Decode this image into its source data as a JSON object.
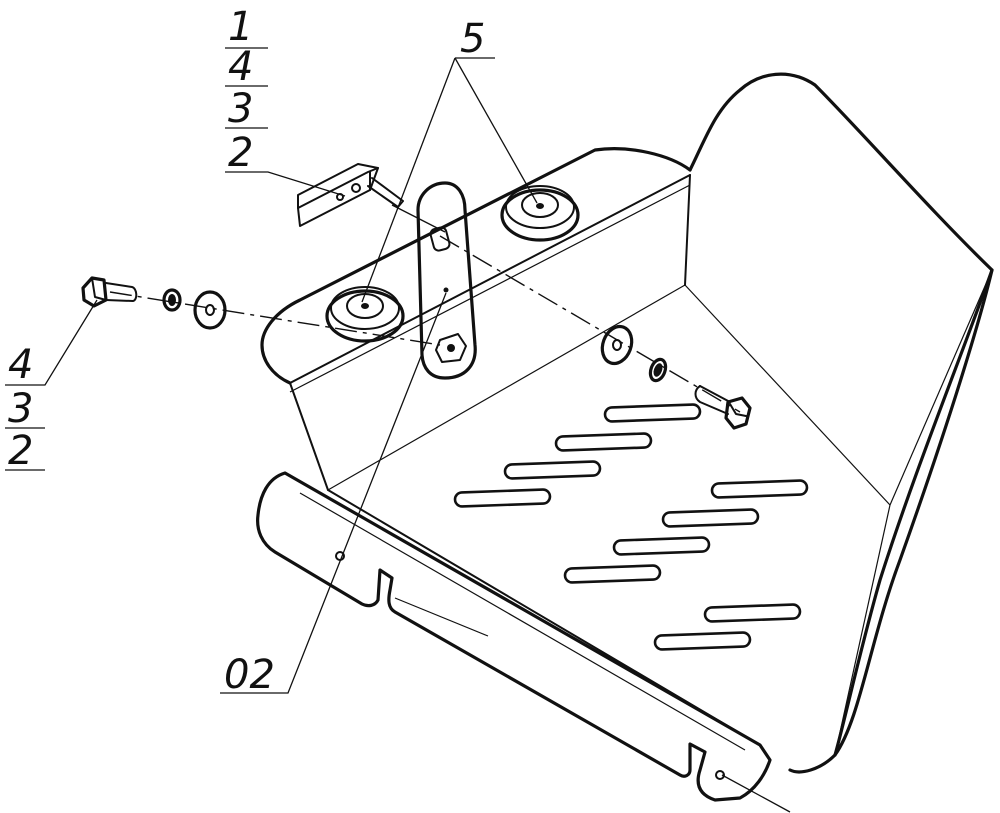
{
  "callouts": {
    "top_stack": [
      "1",
      "4",
      "3",
      "2"
    ],
    "top_right": "5",
    "left_stack": [
      "4",
      "3",
      "2"
    ],
    "bottom": "02"
  }
}
